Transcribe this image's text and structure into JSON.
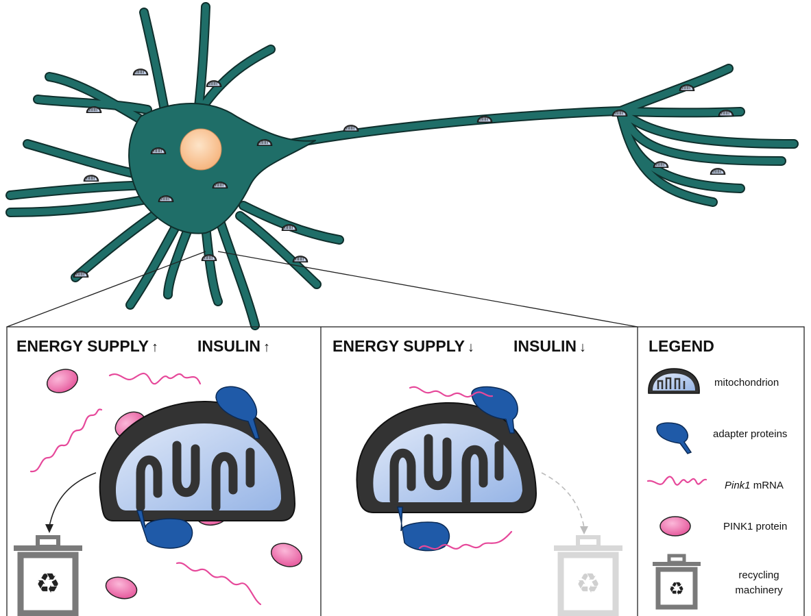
{
  "panel_left": {
    "energy_label": "ENERGY SUPPLY",
    "energy_arrow": "↑",
    "insulin_label": "INSULIN",
    "insulin_arrow": "↑"
  },
  "panel_middle": {
    "energy_label": "ENERGY SUPPLY",
    "energy_arrow": "↓",
    "insulin_label": "INSULIN",
    "insulin_arrow": "↓"
  },
  "legend": {
    "title": "LEGEND",
    "items": [
      {
        "key": "mitochondrion",
        "label": "mitochondrion"
      },
      {
        "key": "adapter",
        "label": "adapter proteins"
      },
      {
        "key": "mrna",
        "label_italic": "Pink1",
        "label": " mRNA"
      },
      {
        "key": "protein",
        "label": "PINK1 protein"
      },
      {
        "key": "recycling",
        "label": "recycling machinery"
      }
    ]
  },
  "colors": {
    "neuron": "#1f6e68",
    "nucleus": "#f8c89a",
    "mito_outer": "#3a3a3a",
    "mito_inner": "#bcd0ef",
    "adapter": "#1f5aa8",
    "pink1": "#ee7ab6",
    "mrna": "#e6489a",
    "bin": "#7a7a7a",
    "bin_faded": "#d8d8d8"
  }
}
